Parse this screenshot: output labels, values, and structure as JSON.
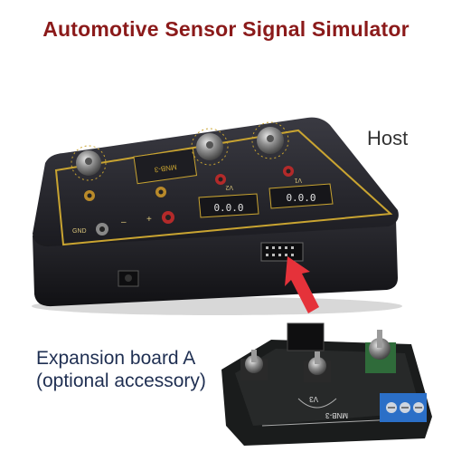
{
  "title": "Automotive Sensor Signal Simulator",
  "host_label": "Host",
  "expansion_label": {
    "line1": "Expansion board A",
    "line2": "(optional accessory)"
  },
  "device": {
    "panel_model": "MNB-3",
    "display_v1": "0.0.0",
    "display_v2": "0.0.0",
    "label_v1": "V1",
    "label_v2": "V2",
    "gnd_label": "GND",
    "minus_label": "–",
    "plus_label": "+"
  },
  "board": {
    "model": "MNB-3",
    "label_v3": "V3"
  },
  "colors": {
    "title": "#8b1a1a",
    "device_body": "#26262c",
    "gold_outline": "#c9a431",
    "arrow": "#e5323a",
    "terminal_blue": "#2b6fc7",
    "knob_tan": "#b98a2a"
  }
}
